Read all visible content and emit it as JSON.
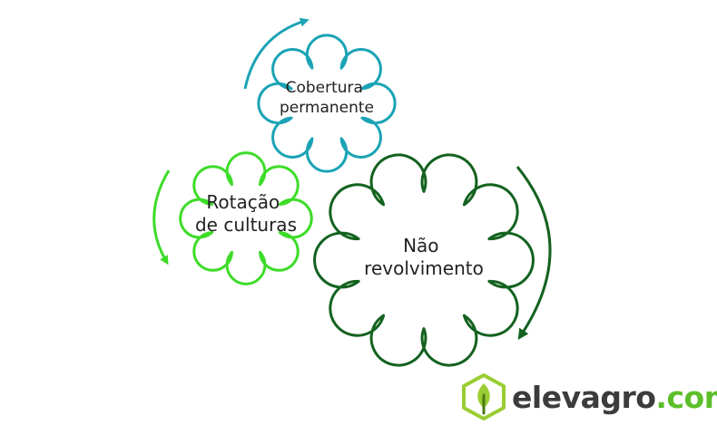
{
  "gears": [
    {
      "id": "cobertura",
      "lines": [
        "Cobertura",
        "permanente"
      ],
      "color": "#1aa3b5"
    },
    {
      "id": "rotacao",
      "lines": [
        "Rotação",
        "de culturas"
      ],
      "color": "#3ddc28"
    },
    {
      "id": "revolvimento",
      "lines": [
        "Não",
        "revolvimento"
      ],
      "color": "#14621f"
    }
  ],
  "logo": {
    "word_main": "elevagro",
    "word_suffix": ".com",
    "main_color": "#3c3c3c",
    "suffix_color": "#5cbf2a",
    "accent_color": "#9acd32",
    "dark_color": "#4a7a14"
  }
}
